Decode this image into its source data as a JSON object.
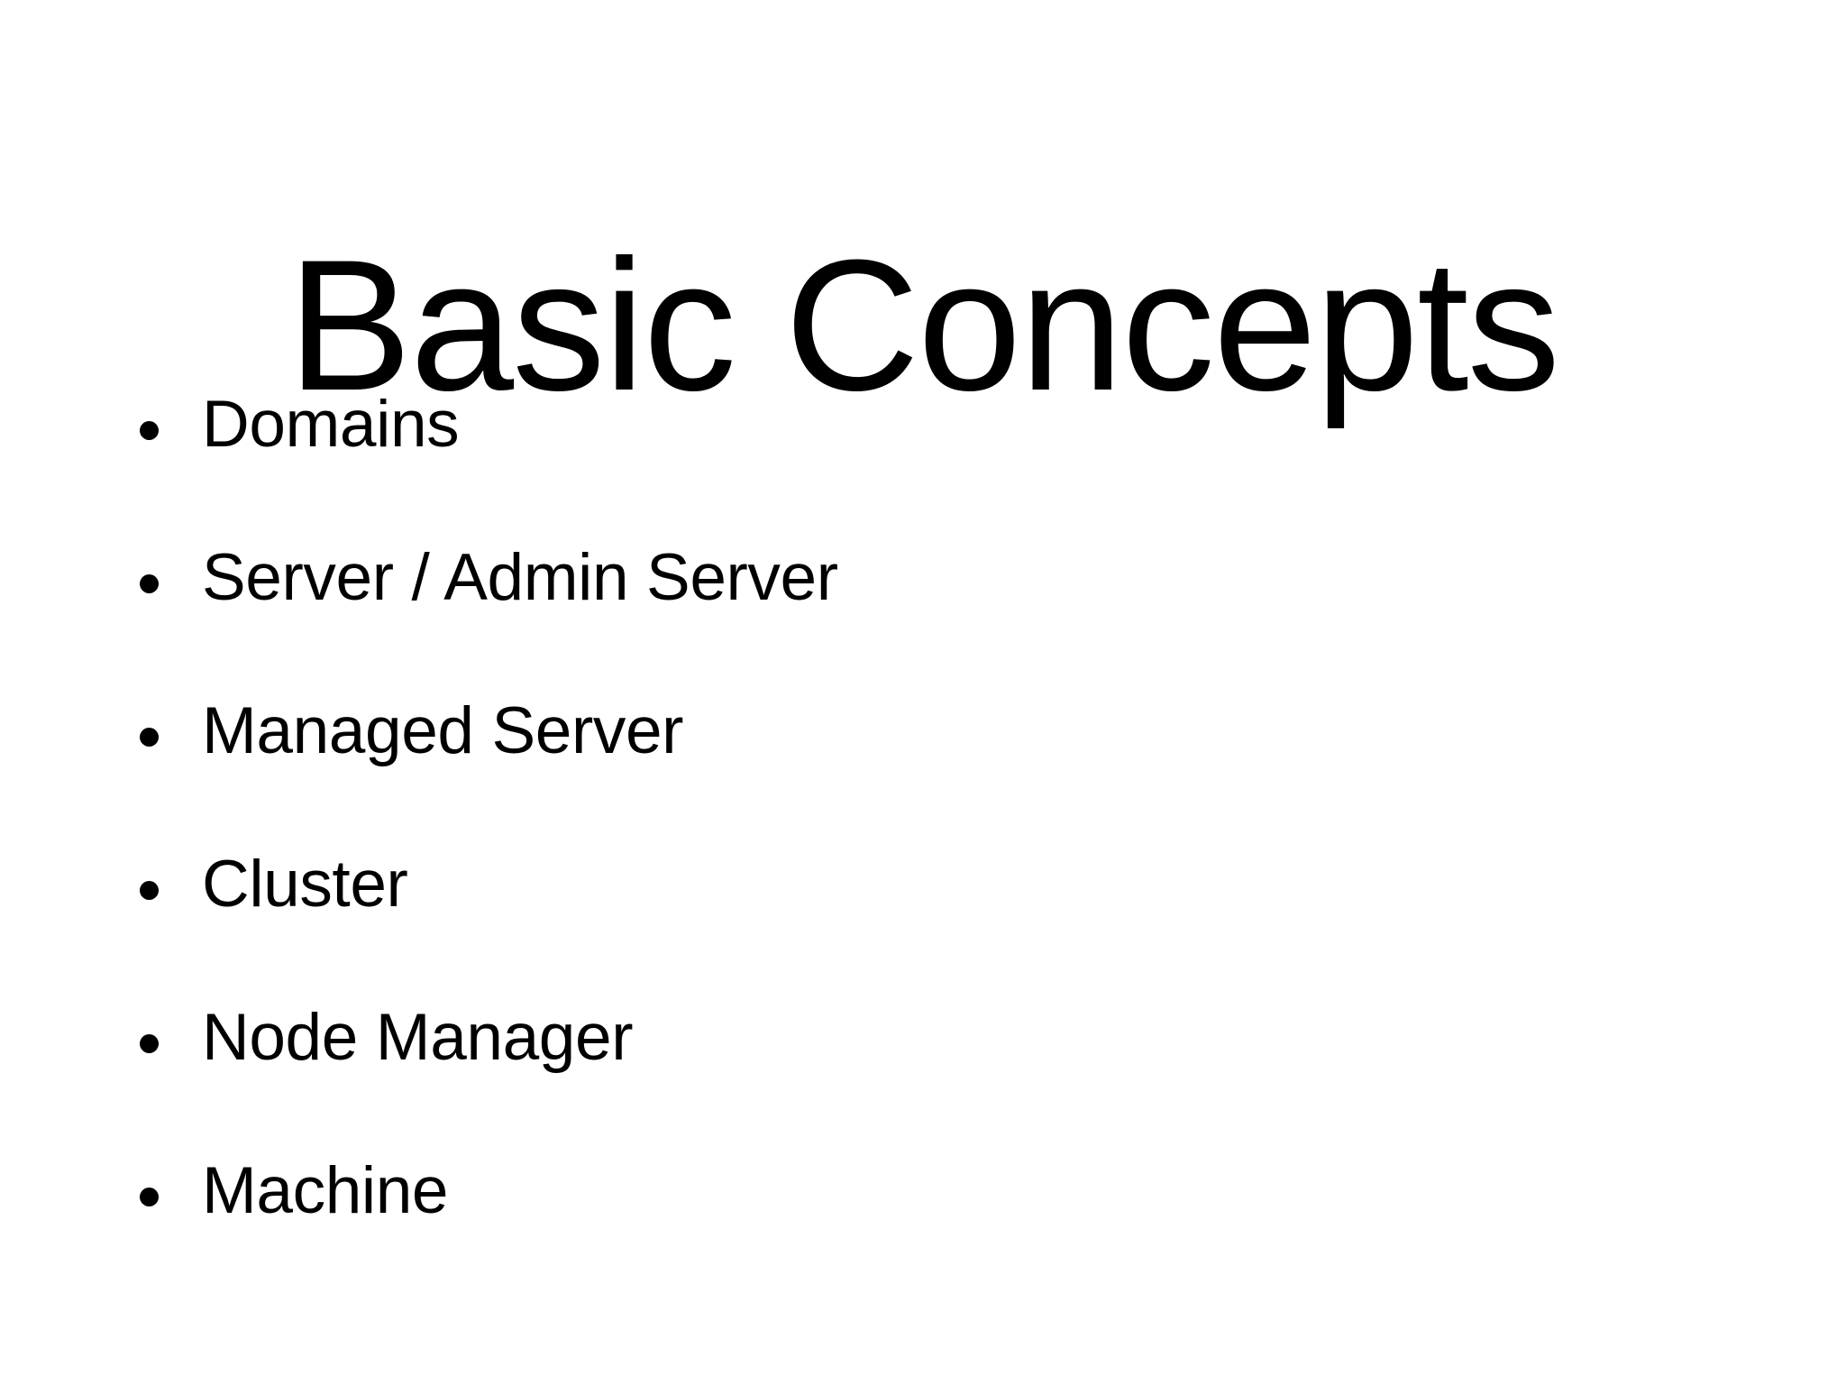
{
  "slide": {
    "background_color": "#ffffff",
    "text_color": "#000000",
    "title": "Basic Concepts",
    "bullets": [
      {
        "label": "Domains"
      },
      {
        "label": "Server / Admin Server"
      },
      {
        "label": "Managed Server"
      },
      {
        "label": "Cluster"
      },
      {
        "label": "Node Manager"
      },
      {
        "label": "Machine"
      }
    ]
  }
}
